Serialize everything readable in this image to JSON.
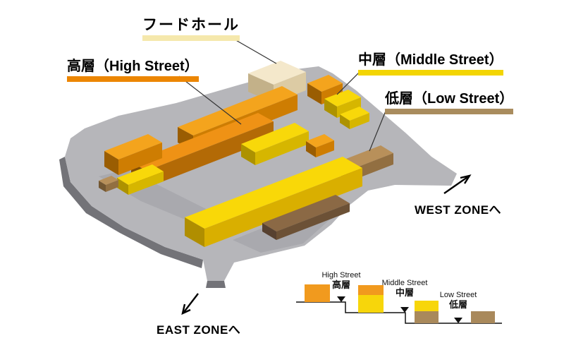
{
  "callouts": {
    "food_hall": {
      "label": "フードホール",
      "bar_color": "#F5E8AC"
    },
    "high": {
      "label": "高層（High Street）",
      "bar_color": "#EC8602"
    },
    "middle": {
      "label": "中層（Middle Street）",
      "bar_color": "#F3D503"
    },
    "low": {
      "label": "低層（Low Street）",
      "bar_color": "#A98C5E"
    }
  },
  "directions": {
    "west": "WEST ZONEへ",
    "east": "EAST ZONEへ"
  },
  "legend": {
    "high": {
      "en": "High Street",
      "ja": "高層"
    },
    "middle": {
      "en": "Middle Street",
      "ja": "中層"
    },
    "low": {
      "en": "Low Street",
      "ja": "低層"
    }
  },
  "colors": {
    "high_street_orange": "#F19A1E",
    "high_street_orange_shade": "#C97B05",
    "middle_street_yellow": "#F7D60B",
    "middle_street_yellow_shade": "#D9B800",
    "low_street_brown": "#A9895B",
    "low_street_brown_shade": "#8A6A40",
    "food_hall_cream": "#F3E7C6",
    "ground_gray": "#B6B6BA"
  }
}
